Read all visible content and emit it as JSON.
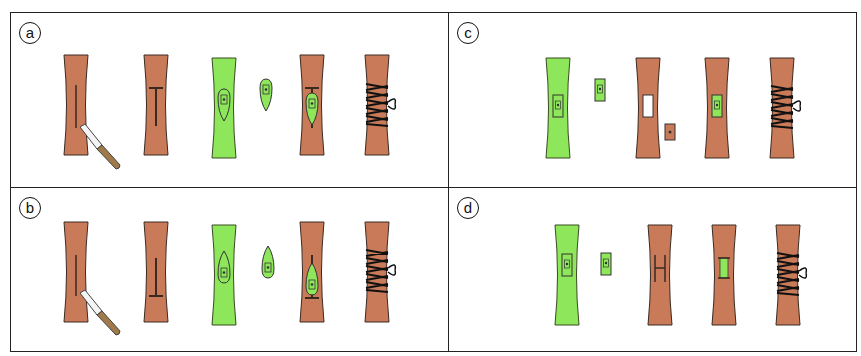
{
  "diagram": {
    "nodes": [
      {
        "text": [
          "a"
        ]
      },
      {
        "text": [
          "c"
        ]
      },
      {
        "text": [
          "b"
        ]
      },
      {
        "text": [
          "d"
        ]
      }
    ]
  }
}
